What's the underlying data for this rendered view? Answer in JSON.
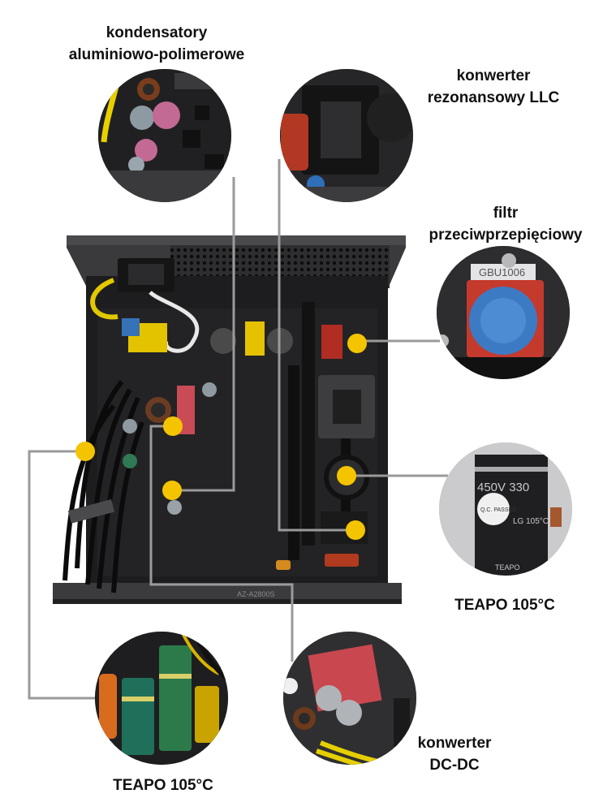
{
  "callouts": {
    "capacitors_polymer": {
      "line1": "kondensatory",
      "line2": "aluminiowo-polimerowe"
    },
    "llc_converter": {
      "line1": "konwerter",
      "line2": "rezonansowy LLC"
    },
    "surge_filter": {
      "line1": "filtr",
      "line2": "przeciwprzepięciowy"
    },
    "primary_capacitor": {
      "line1": "TEAPO 105°C"
    },
    "secondary_capacitors": {
      "line1": "TEAPO 105°C"
    },
    "dcdc_converter": {
      "line1": "konwerter",
      "line2": "DC-DC"
    }
  },
  "component_prints": {
    "primary_cap_voltage": "450V 330",
    "primary_cap_sticker": "Q.C. PASSED",
    "primary_cap_brand": "LG 105°C",
    "primary_cap_maker": "TEAPO",
    "filter_part": "GBU1006",
    "pcb_model": "AZ-A2800S"
  },
  "colors": {
    "marker": "#f5c400",
    "leader_line": "#9a9a9a",
    "chassis": "#2a2a2c",
    "pcb": "#1c1c1e",
    "text": "#111111"
  }
}
